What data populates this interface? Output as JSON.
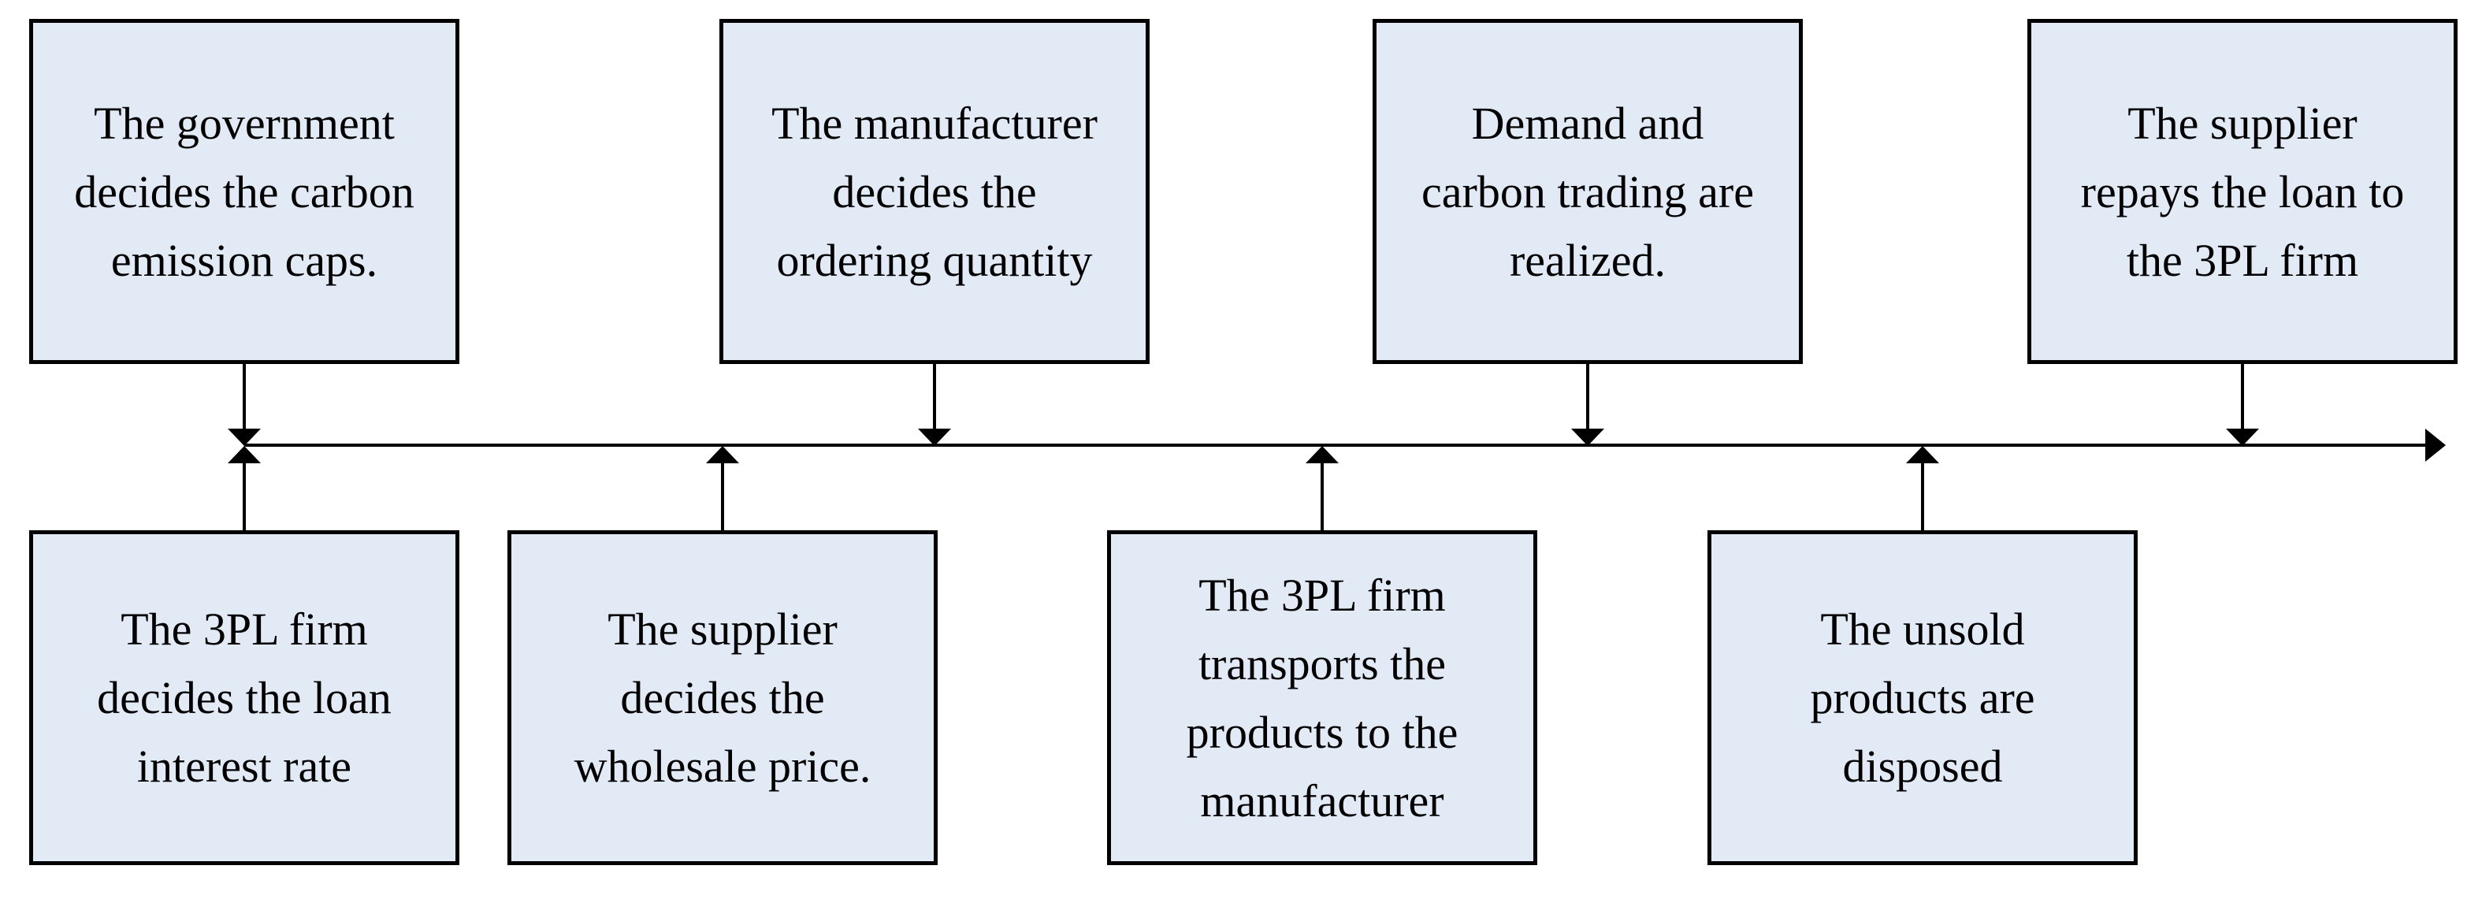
{
  "theme": {
    "background": "#ffffff",
    "box_fill": "#e2eaf6",
    "stroke": "#000000"
  },
  "icons": {
    "down_arrow": "arrow-down-icon",
    "up_arrow": "arrow-up-icon",
    "right_arrow": "arrow-right-icon"
  },
  "steps": {
    "top": [
      {
        "id": "government-caps",
        "text": "The government\ndecides the carbon\nemission caps."
      },
      {
        "id": "manufacturer-ordering",
        "text": "The manufacturer\ndecides the\nordering quantity"
      },
      {
        "id": "demand-carbon-trading",
        "text": "Demand and\ncarbon trading are\nrealized."
      },
      {
        "id": "supplier-repays-loan",
        "text": "The supplier\nrepays the loan to\nthe 3PL firm"
      }
    ],
    "bottom": [
      {
        "id": "3pl-loan-interest",
        "text": "The 3PL firm\ndecides the loan\ninterest rate"
      },
      {
        "id": "supplier-wholesale",
        "text": "The supplier\ndecides the\nwholesale price."
      },
      {
        "id": "3pl-transports",
        "text": "The 3PL firm\ntransports the\nproducts to the\nmanufacturer"
      },
      {
        "id": "unsold-disposed",
        "text": "The unsold\nproducts are\ndisposed"
      }
    ]
  }
}
